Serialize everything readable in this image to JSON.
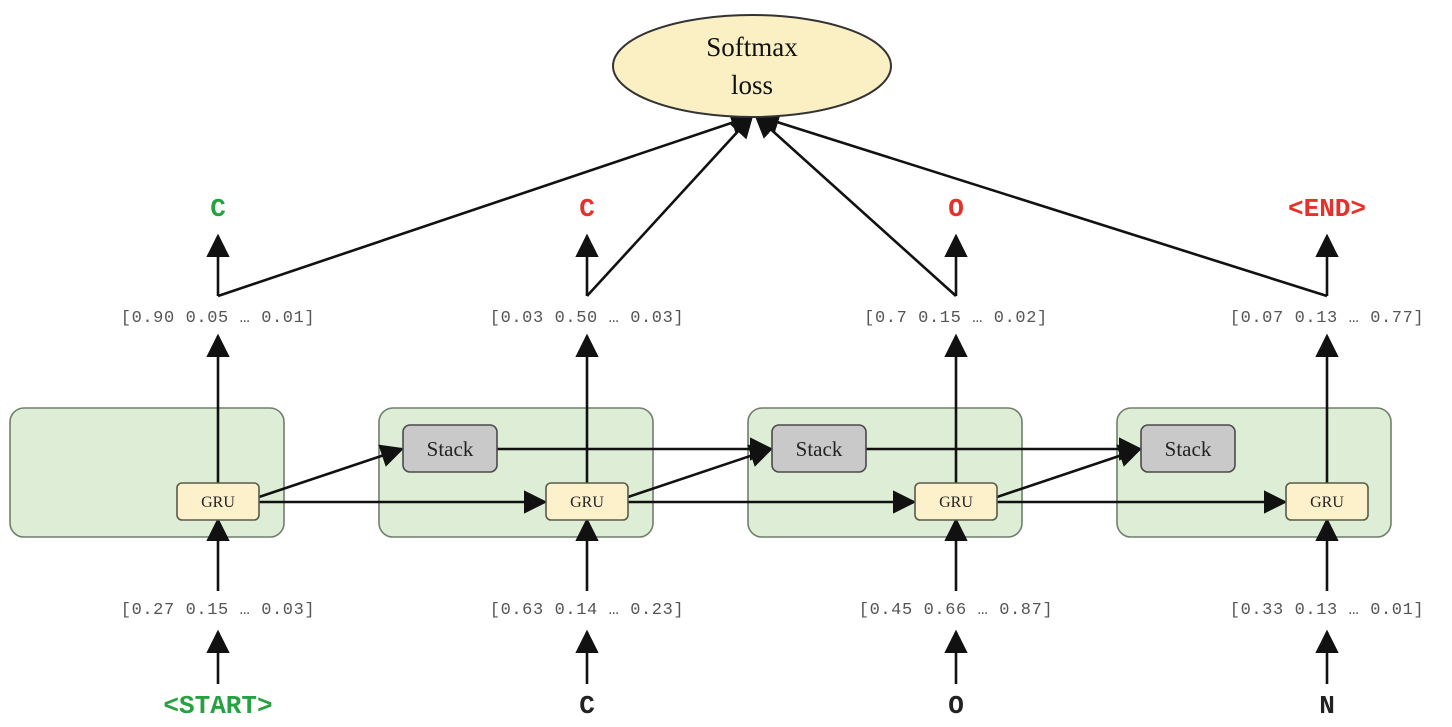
{
  "loss": {
    "line1": "Softmax",
    "line2": "loss"
  },
  "outputs": [
    {
      "token": "C",
      "vector": "[0.90 0.05 … 0.01]",
      "color": "#27a243"
    },
    {
      "token": "C",
      "vector": "[0.03 0.50 … 0.03]",
      "color": "#e8302a"
    },
    {
      "token": "O",
      "vector": "[0.7 0.15 … 0.02]",
      "color": "#e8302a"
    },
    {
      "token": "<END>",
      "vector": "[0.07 0.13 … 0.77]",
      "color": "#e8302a"
    }
  ],
  "inputs": [
    {
      "token": "<START>",
      "vector": "[0.27 0.15 … 0.03]",
      "color": "#27a243"
    },
    {
      "token": "C",
      "vector": "[0.63 0.14 … 0.23]",
      "color": "#222222"
    },
    {
      "token": "O",
      "vector": "[0.45 0.66 … 0.87]",
      "color": "#222222"
    },
    {
      "token": "N",
      "vector": "[0.33 0.13 … 0.01]",
      "color": "#222222"
    }
  ],
  "cells": [
    {
      "gru_label": "GRU"
    },
    {
      "gru_label": "GRU",
      "stack_label": "Stack"
    },
    {
      "gru_label": "GRU",
      "stack_label": "Stack"
    },
    {
      "gru_label": "GRU",
      "stack_label": "Stack"
    }
  ],
  "colors": {
    "cell_fill": "#deeed6",
    "cell_stroke": "#6f7f6a",
    "gru_fill": "#fdf1cb",
    "stack_fill": "#c9c9c9",
    "loss_fill": "#fbefc4",
    "arrow": "#111111"
  }
}
